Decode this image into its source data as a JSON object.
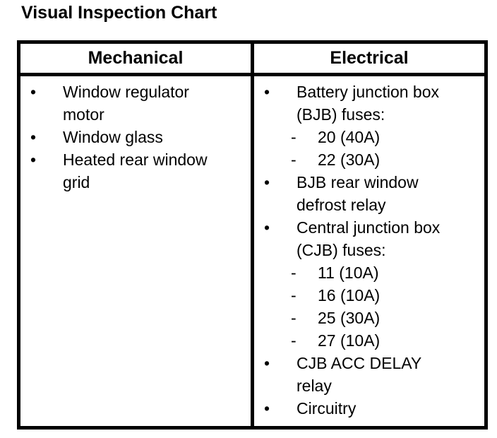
{
  "page": {
    "title": "Visual Inspection Chart"
  },
  "markers": {
    "bullet": "•",
    "dash": "-"
  },
  "colors": {
    "ink": "#000000",
    "paper": "#ffffff"
  },
  "table": {
    "columns": [
      {
        "header": "Mechanical",
        "items": [
          {
            "lines": [
              "Window regulator",
              "motor"
            ],
            "sub": []
          },
          {
            "lines": [
              "Window glass"
            ],
            "sub": []
          },
          {
            "lines": [
              "Heated rear window",
              "grid"
            ],
            "sub": []
          }
        ]
      },
      {
        "header": "Electrical",
        "items": [
          {
            "lines": [
              "Battery junction box",
              "(BJB) fuses:"
            ],
            "sub": [
              "20 (40A)",
              "22 (30A)"
            ]
          },
          {
            "lines": [
              "BJB rear window",
              "defrost relay"
            ],
            "sub": []
          },
          {
            "lines": [
              "Central junction box",
              "(CJB) fuses:"
            ],
            "sub": [
              "11 (10A)",
              "16 (10A)",
              "25 (30A)",
              "27 (10A)"
            ]
          },
          {
            "lines": [
              "CJB ACC DELAY",
              "relay"
            ],
            "sub": []
          },
          {
            "lines": [
              "Circuitry"
            ],
            "sub": []
          }
        ]
      }
    ]
  }
}
